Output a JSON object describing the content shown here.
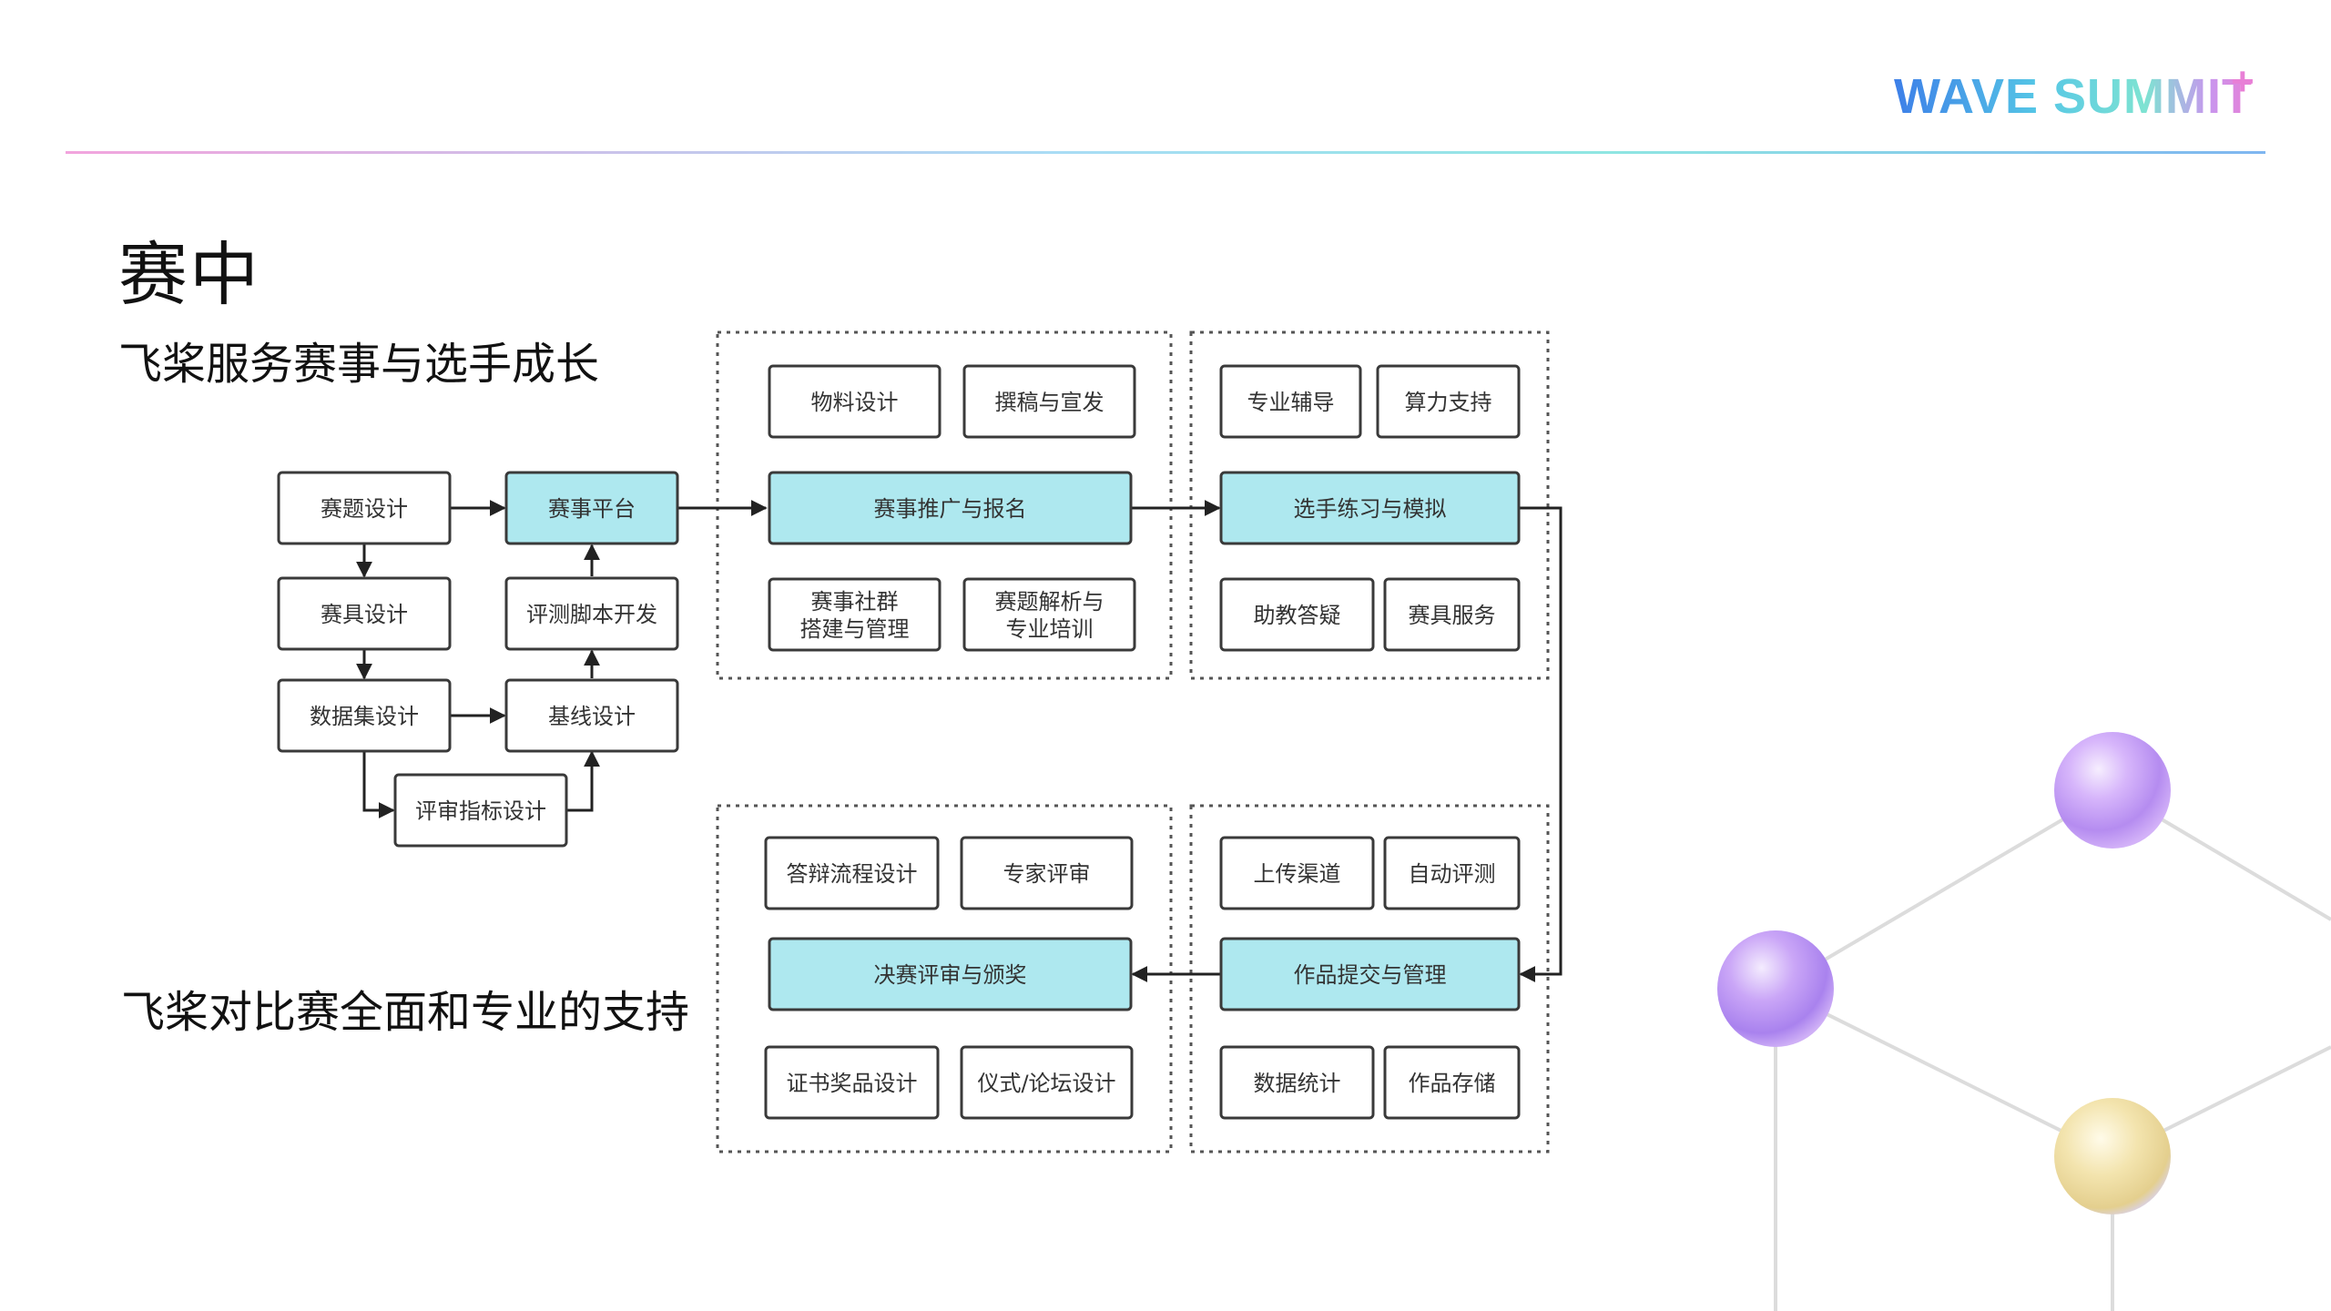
{
  "logo": {
    "wordmark": "WAVE SUMMIT",
    "superscript": "+"
  },
  "title": "赛中",
  "subtitles": [
    "飞桨服务赛事与选手成长",
    "飞桨对比赛全面和专业的支持"
  ],
  "diagram": {
    "nodes": [
      {
        "id": "tisheji",
        "lines": [
          "赛题设计"
        ],
        "style": "plain"
      },
      {
        "id": "saishipingtai",
        "lines": [
          "赛事平台"
        ],
        "style": "highlight"
      },
      {
        "id": "saijusheji",
        "lines": [
          "赛具设计"
        ],
        "style": "plain"
      },
      {
        "id": "pingcejiaoben",
        "lines": [
          "评测脚本开发"
        ],
        "style": "plain"
      },
      {
        "id": "shujuji",
        "lines": [
          "数据集设计"
        ],
        "style": "plain"
      },
      {
        "id": "jixian",
        "lines": [
          "基线设计"
        ],
        "style": "plain"
      },
      {
        "id": "pingshenzhibiao",
        "lines": [
          "评审指标设计"
        ],
        "style": "plain"
      },
      {
        "id": "wuliao",
        "lines": [
          "物料设计"
        ],
        "style": "plain"
      },
      {
        "id": "zhuangao",
        "lines": [
          "撰稿与宣发"
        ],
        "style": "plain"
      },
      {
        "id": "tuiguang",
        "lines": [
          "赛事推广与报名"
        ],
        "style": "highlight"
      },
      {
        "id": "shequn",
        "lines": [
          "赛事社群",
          "搭建与管理"
        ],
        "style": "plain"
      },
      {
        "id": "jiexi",
        "lines": [
          "赛题解析与",
          "专业培训"
        ],
        "style": "plain"
      },
      {
        "id": "fudao",
        "lines": [
          "专业辅导"
        ],
        "style": "plain"
      },
      {
        "id": "suanli",
        "lines": [
          "算力支持"
        ],
        "style": "plain"
      },
      {
        "id": "lianxi",
        "lines": [
          "选手练习与模拟"
        ],
        "style": "highlight"
      },
      {
        "id": "zhujiao",
        "lines": [
          "助教答疑"
        ],
        "style": "plain"
      },
      {
        "id": "saijufuwu",
        "lines": [
          "赛具服务"
        ],
        "style": "plain"
      },
      {
        "id": "dabian",
        "lines": [
          "答辩流程设计"
        ],
        "style": "plain"
      },
      {
        "id": "zhuanjia",
        "lines": [
          "专家评审"
        ],
        "style": "plain"
      },
      {
        "id": "juesai",
        "lines": [
          "决赛评审与颁奖"
        ],
        "style": "highlight"
      },
      {
        "id": "zhengshu",
        "lines": [
          "证书奖品设计"
        ],
        "style": "plain"
      },
      {
        "id": "yishi",
        "lines": [
          "仪式/论坛设计"
        ],
        "style": "plain"
      },
      {
        "id": "shangchuan",
        "lines": [
          "上传渠道"
        ],
        "style": "plain"
      },
      {
        "id": "zidong",
        "lines": [
          "自动评测"
        ],
        "style": "plain"
      },
      {
        "id": "zuopin",
        "lines": [
          "作品提交与管理"
        ],
        "style": "highlight"
      },
      {
        "id": "tongji",
        "lines": [
          "数据统计"
        ],
        "style": "plain"
      },
      {
        "id": "cunchu",
        "lines": [
          "作品存储"
        ],
        "style": "plain"
      }
    ],
    "groups": [
      "promotion",
      "practice",
      "final",
      "submission"
    ],
    "edges": [
      {
        "from": "tisheji",
        "to": "saishipingtai"
      },
      {
        "from": "tisheji",
        "to": "saijusheji"
      },
      {
        "from": "saijusheji",
        "to": "shujuji"
      },
      {
        "from": "shujuji",
        "to": "jixian"
      },
      {
        "from": "shujuji",
        "to": "pingshenzhibiao"
      },
      {
        "from": "pingshenzhibiao",
        "to": "jixian"
      },
      {
        "from": "jixian",
        "to": "pingcejiaoben"
      },
      {
        "from": "pingcejiaoben",
        "to": "saishipingtai"
      },
      {
        "from": "saishipingtai",
        "to": "tuiguang"
      },
      {
        "from": "tuiguang",
        "to": "lianxi"
      },
      {
        "from": "lianxi",
        "to": "zuopin"
      },
      {
        "from": "zuopin",
        "to": "juesai"
      }
    ]
  },
  "colors": {
    "highlight_fill": "#aee8ef",
    "node_stroke": "#3a3a3a",
    "orb_purple": "#c59cf2",
    "orb_gold": "#f1e2a6",
    "lattice": "#dcdcdc"
  }
}
